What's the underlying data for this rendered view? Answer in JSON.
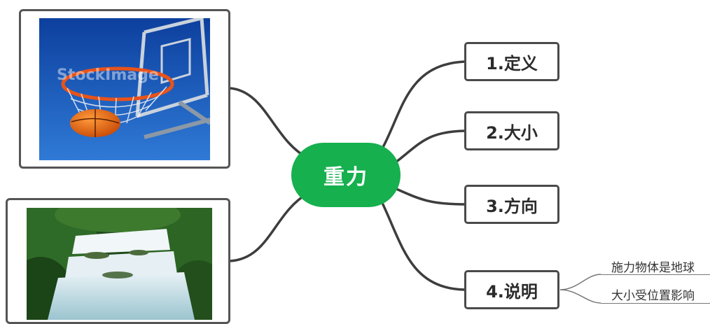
{
  "center": {
    "label": "重力"
  },
  "topics": [
    {
      "label": "1.定义"
    },
    {
      "label": "2.大小"
    },
    {
      "label": "3.方向"
    },
    {
      "label": "4.说明",
      "subtopics": [
        "施力物体是地球",
        "大小受位置影响"
      ]
    }
  ],
  "images": [
    {
      "name": "basketball-hoop-photo",
      "watermark": "StockImage"
    },
    {
      "name": "waterfall-photo"
    }
  ],
  "colors": {
    "center_fill": "#16b04f",
    "connector": "#3d3d3d",
    "topic_border": "#4a4a4a"
  }
}
